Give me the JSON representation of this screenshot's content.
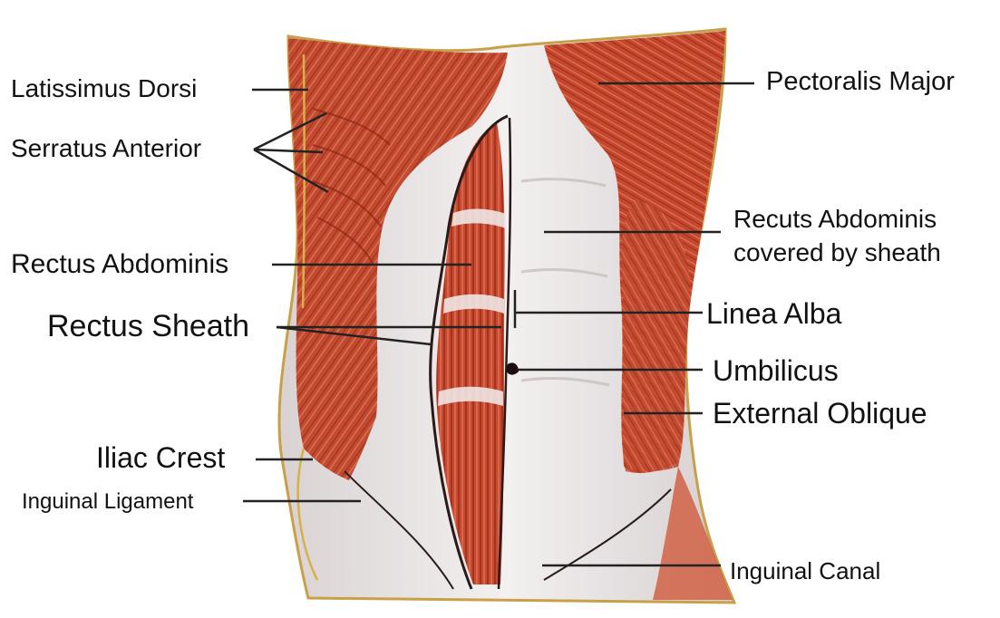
{
  "colors": {
    "muscle_base": "#c0442c",
    "muscle_light": "#e07a5f",
    "muscle_dark": "#8e2a18",
    "aponeurosis": "#e2dcdc",
    "aponeurosis_light": "#f4f1f1",
    "sheath_line": "#2b1a1a",
    "border_yellow": "#d7b04a",
    "label_text": "#111111",
    "leader_line": "#222222"
  },
  "labels": {
    "latissimus_dorsi": "Latissimus Dorsi",
    "serratus_anterior": "Serratus Anterior",
    "rectus_abdominis": "Rectus Abdominis",
    "rectus_sheath": "Rectus Sheath",
    "iliac_crest": "Iliac Crest",
    "inguinal_ligament": "Inguinal Ligament",
    "pectoralis_major": "Pectoralis Major",
    "rectus_covered_line1": "Recuts Abdominis",
    "rectus_covered_line2": "covered by sheath",
    "linea_alba": "Linea Alba",
    "umbilicus": "Umbilicus",
    "external_oblique": "External Oblique",
    "inguinal_canal": "Inguinal Canal"
  }
}
